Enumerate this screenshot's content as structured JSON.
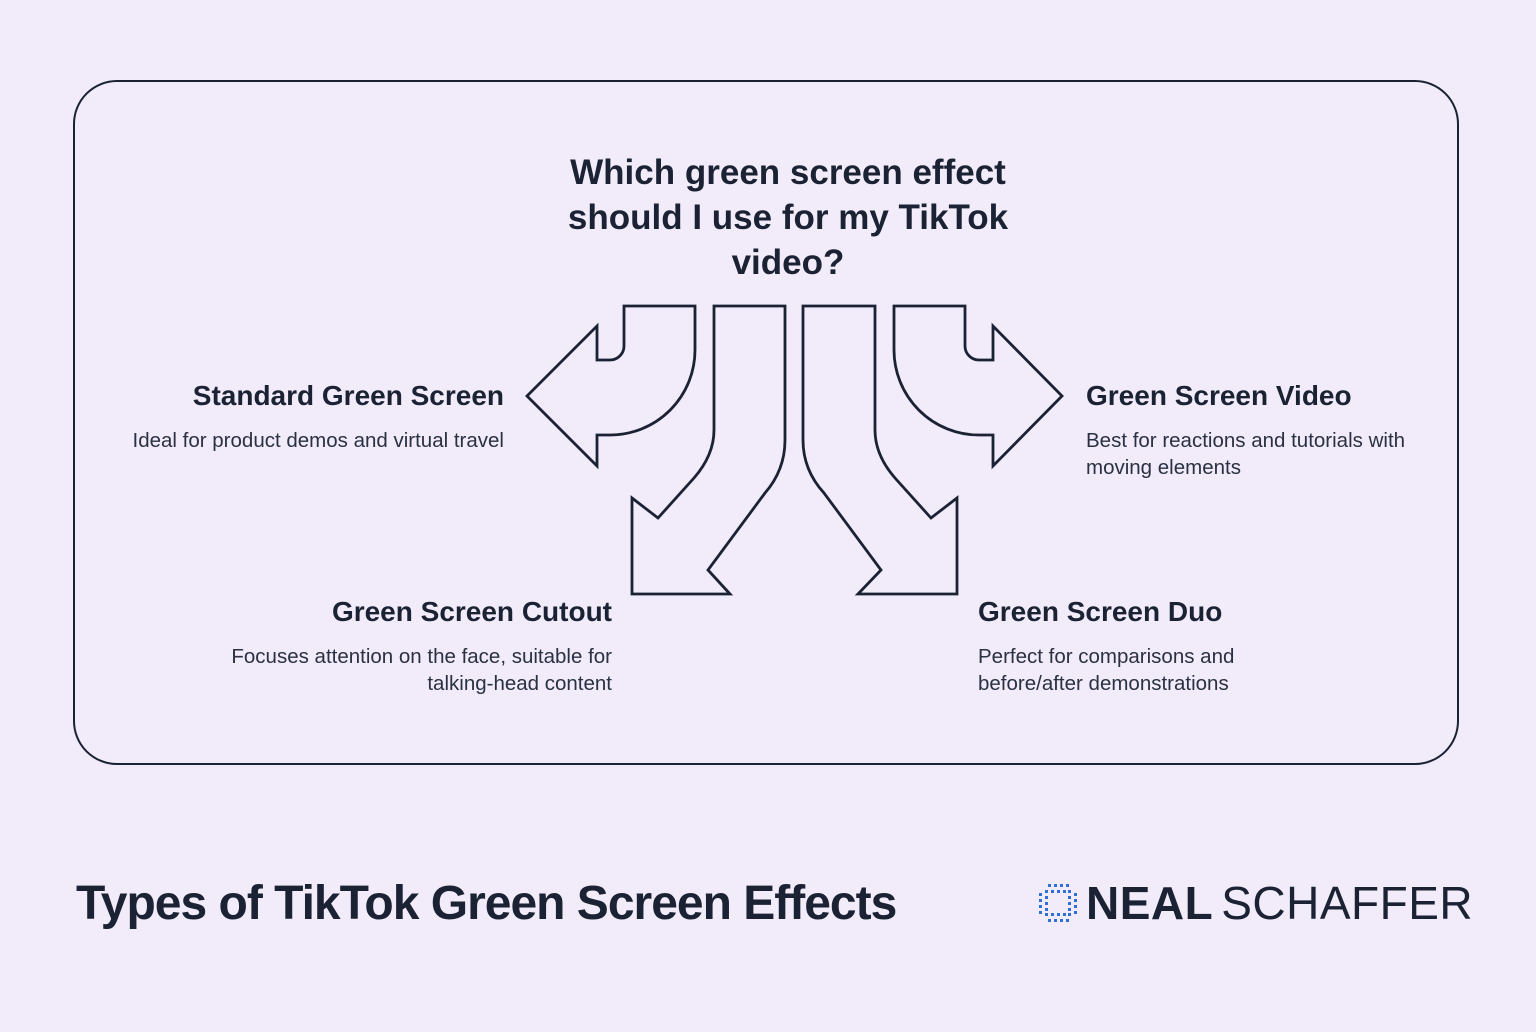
{
  "question": "Which green screen effect should I use for my TikTok video?",
  "options": [
    {
      "title": "Standard Green Screen",
      "description": "Ideal for product demos and virtual travel"
    },
    {
      "title": "Green Screen Video",
      "description": "Best for reactions and tutorials with moving elements"
    },
    {
      "title": "Green Screen Cutout",
      "description": "Focuses attention on the face, suitable for talking-head content"
    },
    {
      "title": "Green Screen Duo",
      "description": "Perfect for comparisons and before/after demonstrations"
    }
  ],
  "footer": {
    "title": "Types of TikTok Green Screen Effects"
  },
  "logo": {
    "bold": "NEAL",
    "light": "SCHAFFER",
    "icon": "chip-icon",
    "accent_color": "#2f6fd6"
  },
  "colors": {
    "background": "#f1ebfa",
    "ink": "#1a2233"
  }
}
